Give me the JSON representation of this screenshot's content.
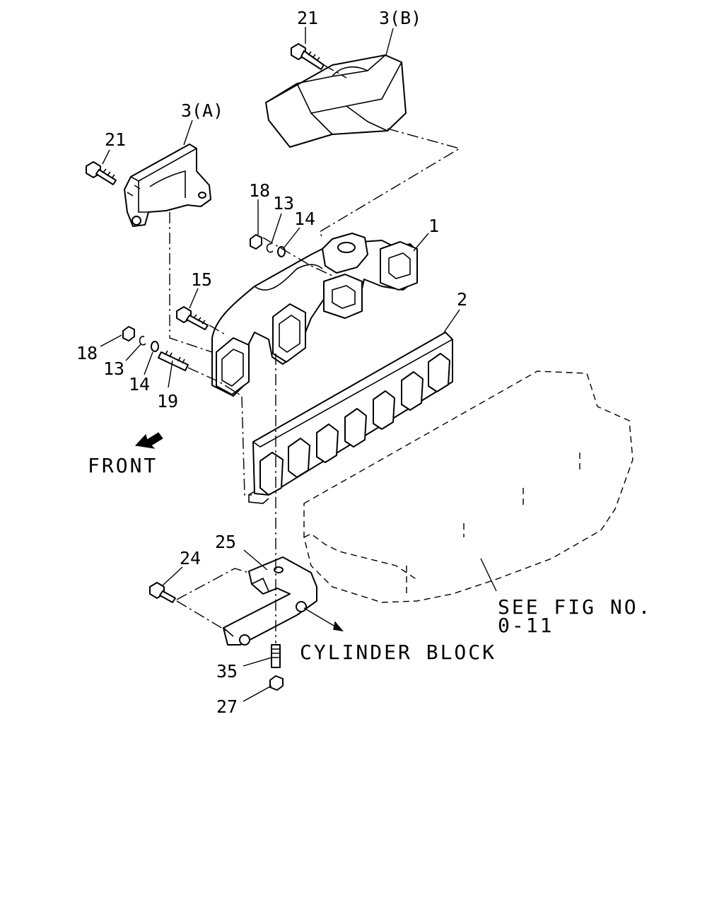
{
  "labels": {
    "p21_top": "21",
    "p3b": "3(B)",
    "p3a": "3(A)",
    "p21_left": "21",
    "p18_top": "18",
    "p13_top": "13",
    "p14_top": "14",
    "p1": "1",
    "p15": "15",
    "p2": "2",
    "p18_left": "18",
    "p13_left": "13",
    "p14_left": "14",
    "p19": "19",
    "p25": "25",
    "p24": "24",
    "p35": "35",
    "p27": "27"
  },
  "notes": {
    "front": "FRONT",
    "cylinder_block": "CYLINDER BLOCK",
    "see_fig_line1": "SEE FIG NO.",
    "see_fig_line2": "0-11"
  }
}
